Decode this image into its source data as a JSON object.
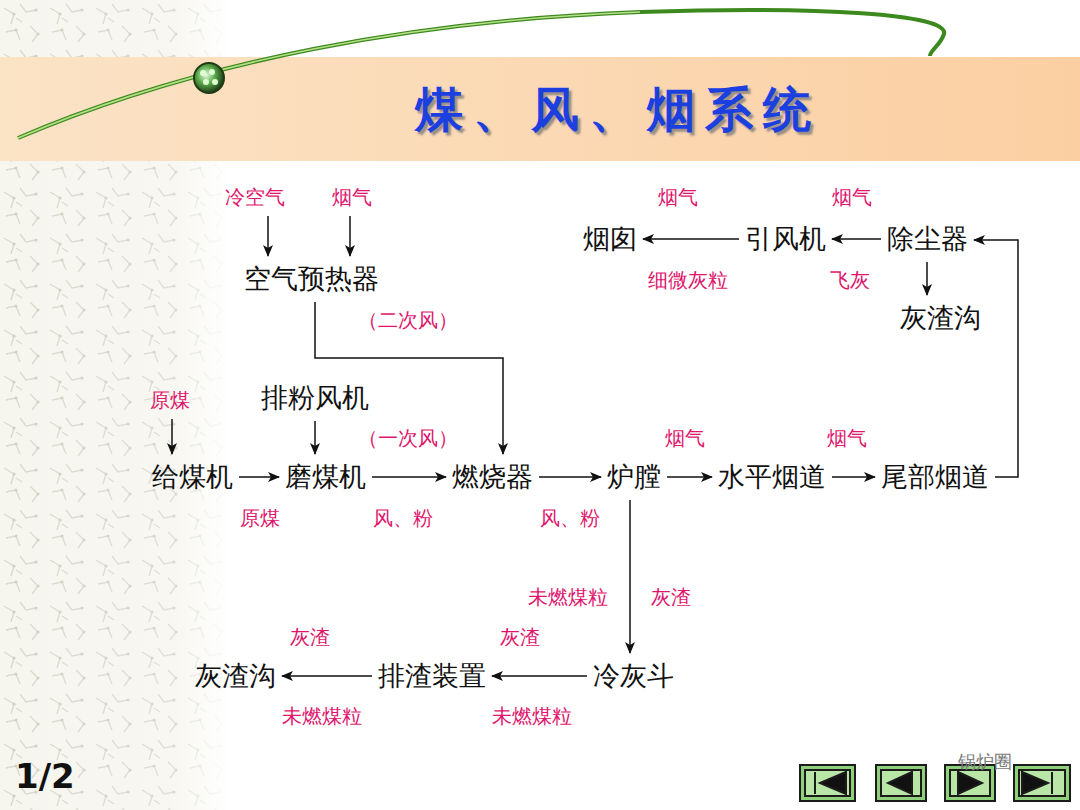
{
  "diagram": {
    "title": "煤、风、烟系统",
    "nodes": [
      {
        "text": [
          "冷空气"
        ]
      },
      {
        "text": [
          "烟气"
        ]
      },
      {
        "text": [
          "空气预热器"
        ]
      },
      {
        "text": [
          "排粉风机"
        ]
      },
      {
        "text": [
          "原煤"
        ]
      },
      {
        "text": [
          "给煤机"
        ]
      },
      {
        "text": [
          "磨煤机"
        ]
      },
      {
        "text": [
          "燃烧器"
        ]
      },
      {
        "text": [
          "炉膛"
        ]
      },
      {
        "text": [
          "水平烟道"
        ]
      },
      {
        "text": [
          "尾部烟道"
        ]
      },
      {
        "text": [
          "除尘器"
        ]
      },
      {
        "text": [
          "引风机"
        ]
      },
      {
        "text": [
          "烟囱"
        ]
      },
      {
        "text": [
          "灰渣沟"
        ]
      },
      {
        "text": [
          "冷灰斗"
        ]
      },
      {
        "text": [
          "排渣装置"
        ]
      },
      {
        "text": [
          "灰渣沟"
        ]
      }
    ],
    "edges": [
      {
        "from": 0,
        "to": 2,
        "arrow": "to"
      },
      {
        "from": 1,
        "to": 2,
        "arrow": "to"
      },
      {
        "from": 2,
        "to": 7,
        "label": "（二次风）",
        "arrow": "to"
      },
      {
        "from": 4,
        "to": 5,
        "arrow": "to"
      },
      {
        "from": 3,
        "to": 6,
        "arrow": "to"
      },
      {
        "from": 5,
        "to": 6,
        "label": "原煤",
        "arrow": "to"
      },
      {
        "from": 6,
        "to": 7,
        "label": "风、粉",
        "arrow": "to"
      },
      {
        "from": 7,
        "to": 8,
        "label": "风、粉",
        "arrow": "to"
      },
      {
        "from": 8,
        "to": 9,
        "label": "烟气",
        "arrow": "to"
      },
      {
        "from": 9,
        "to": 10,
        "label": "烟气",
        "arrow": "to"
      },
      {
        "from": 10,
        "to": 11,
        "arrow": "to"
      },
      {
        "from": 11,
        "to": 12,
        "label": "烟气",
        "arrow": "to"
      },
      {
        "from": 12,
        "to": 13,
        "label": "烟气",
        "arrow": "to"
      },
      {
        "from": 11,
        "to": 14,
        "label": "飞灰",
        "arrow": "to"
      },
      {
        "from": 8,
        "to": 15,
        "label": "未燃煤粒",
        "arrow": "to"
      },
      {
        "from": 15,
        "to": 16,
        "label": "灰渣",
        "arrow": "to"
      },
      {
        "from": 16,
        "to": 17,
        "label": "灰渣",
        "arrow": "to"
      }
    ],
    "labels": [
      "（一次风）",
      "细微灰粒",
      "灰渣",
      "未燃煤粒",
      "未燃煤粒",
      "1/2",
      "锅炉圈"
    ]
  }
}
